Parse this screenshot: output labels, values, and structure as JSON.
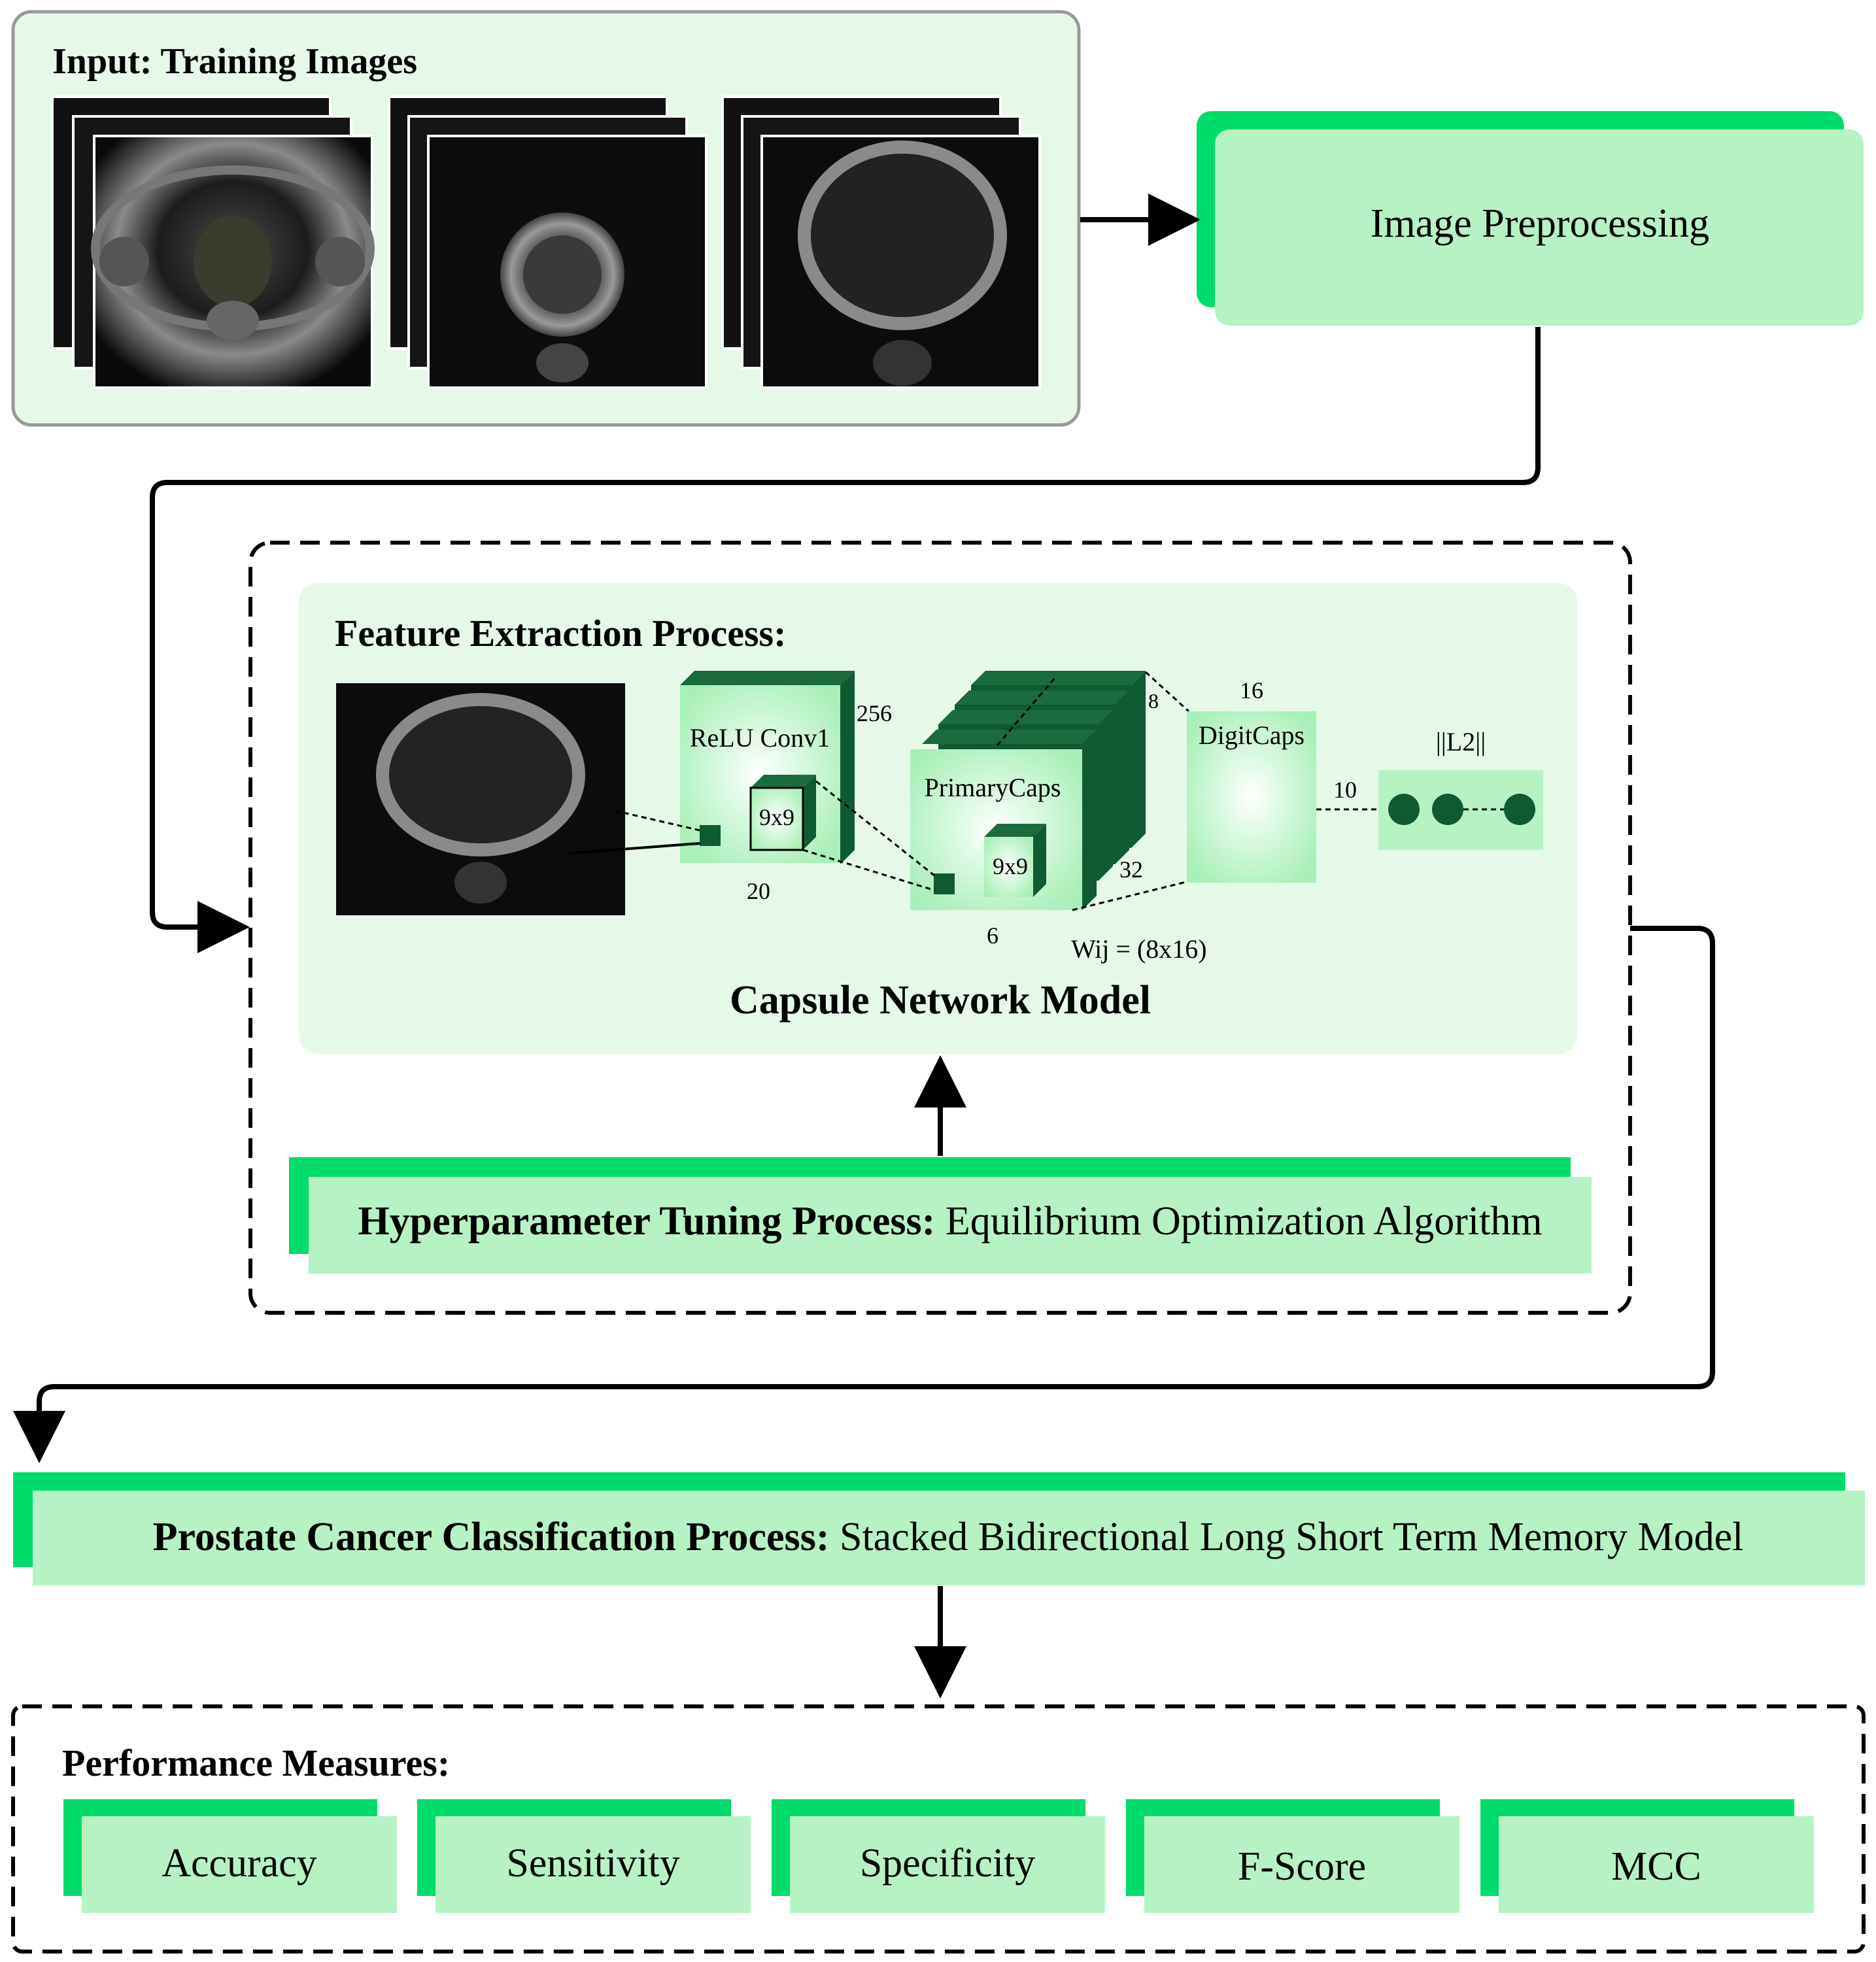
{
  "input": {
    "title": "Input: Training Images"
  },
  "preprocessing": {
    "label": "Image Preprocessing"
  },
  "capsule": {
    "section_title": "Feature Extraction Process:",
    "model_title": "Capsule Network Model",
    "relu_label": "ReLU Conv1",
    "relu_depth": "256",
    "relu_kernel": "9x9",
    "relu_size": "20",
    "primary_label": "PrimaryCaps",
    "primary_kernel": "9x9",
    "primary_depth": "32",
    "primary_size": "6",
    "primary_dim": "8",
    "digit_label": "DigitCaps",
    "digit_dim": "16",
    "digit_count": "10",
    "norm_label": "||L2||",
    "weight_label": "Wij = (8x16)"
  },
  "hyperparameter": {
    "title": "Hyperparameter Tuning Process:",
    "value": "Equilibrium Optimization Algorithm"
  },
  "classification": {
    "title": "Prostate Cancer Classification Process:",
    "value": "Stacked Bidirectional Long Short Term Memory Model"
  },
  "performance": {
    "title": "Performance Measures:",
    "measures": [
      "Accuracy",
      "Sensitivity",
      "Specificity",
      "F-Score",
      "MCC"
    ]
  },
  "colors": {
    "panel_light": "#e6f9e9",
    "box_fill": "#b5f3c4",
    "accent_green": "#00dc6b",
    "dark_green": "#0e5a33",
    "stroke": "#000000"
  }
}
